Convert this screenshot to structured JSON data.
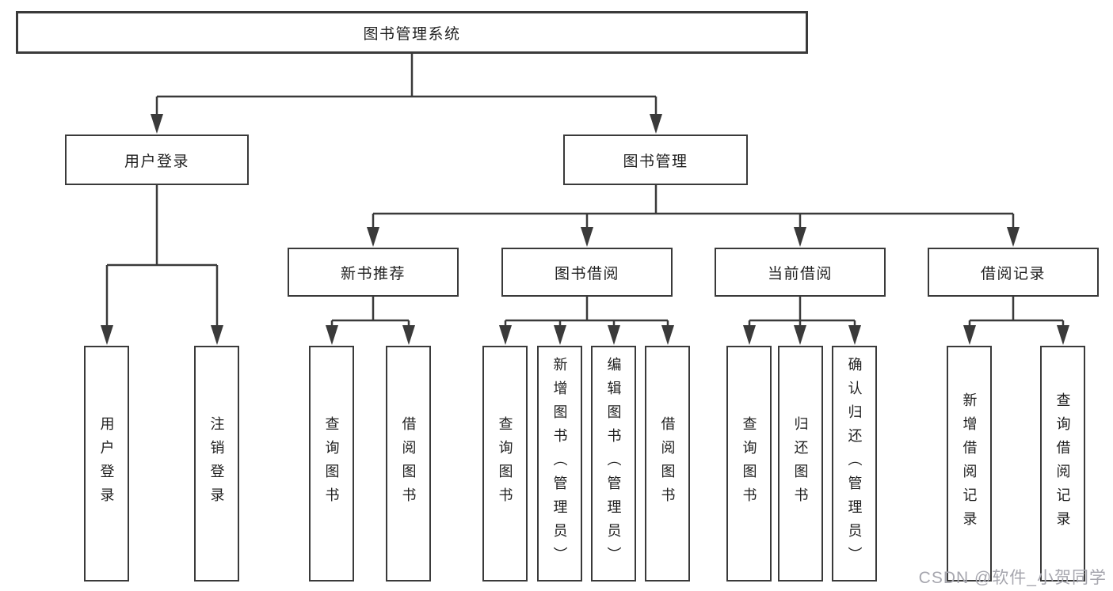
{
  "diagram": {
    "root": "图书管理系统",
    "level2": {
      "user_login": "用户登录",
      "book_management": "图书管理"
    },
    "user_login_leaves": [
      "用户登录",
      "注销登录"
    ],
    "book_management_children": [
      {
        "label": "新书推荐",
        "leaves": [
          "查询图书",
          "借阅图书"
        ]
      },
      {
        "label": "图书借阅",
        "leaves": [
          "查询图书",
          "新增图书（管理员）",
          "编辑图书（管理员）",
          "借阅图书"
        ]
      },
      {
        "label": "当前借阅",
        "leaves": [
          "查询图书",
          "归还图书",
          "确认归还（管理员）"
        ]
      },
      {
        "label": "借阅记录",
        "leaves": [
          "新增借阅记录",
          "查询借阅记录"
        ]
      }
    ],
    "watermark": "CSDN @软件_小贺同学"
  },
  "colors": {
    "line": "#3a3a3a",
    "text": "#1f1f1f",
    "watermark": "#a6a6ae"
  }
}
